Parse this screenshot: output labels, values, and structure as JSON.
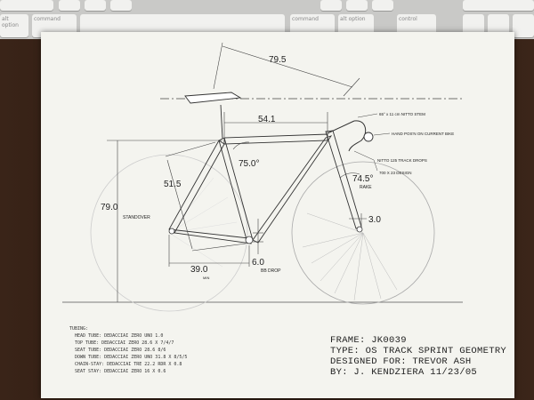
{
  "keyboard": {
    "keys": [
      "",
      "",
      "",
      "",
      "",
      "",
      "",
      "",
      "alt option",
      "command",
      "command",
      "alt option",
      "control"
    ]
  },
  "drawing": {
    "dimensions": {
      "reach": "79.5",
      "top_tube": "54.1",
      "seat_angle": "75.0°",
      "seat_tube": "51.5",
      "standover": "79.0",
      "standover_label": "STANDOVER",
      "head_angle": "74.5°",
      "rake_label": "RAKE",
      "offset": "3.0",
      "chainstay": "39.0",
      "chainstay_note": "MIN",
      "bb_drop": "6.0",
      "bb_drop_label": "BB DROP"
    },
    "notes": {
      "stem": "65° x 11 cm NITTO STEM",
      "hand_position": "HAND POS'N ON CURRENT BIKE",
      "drops": "NITTO 125 TRACK DROPS",
      "tire": "700 X 23 DESIGN"
    },
    "tubing": {
      "heading": "TUBING:",
      "lines": [
        "HEAD TUBE: DEDACCIAI ZERO UNO 1.0",
        "TOP TUBE: DEDACCIAI ZERO 28.6 X 7/4/7",
        "SEAT TUBE: DEDACCIAI ZERO 28.6 8/6",
        "DOWN TUBE: DEDACCIAI ZERO UNO 31.8 X 8/5/5",
        "CHAIN-STAY: DEDACCIAI TRE 22.2 RDR X 0.8",
        "SEAT STAY: DEDACCIAI ZERO 16 X 0.6"
      ]
    },
    "title_block": {
      "frame": "FRAME:  JK0039",
      "type": "TYPE: OS TRACK SPRINT GEOMETRY",
      "designed_for": "DESIGNED FOR: TREVOR ASH",
      "by": "BY: J. KENDZIERA 11/23/05"
    }
  }
}
